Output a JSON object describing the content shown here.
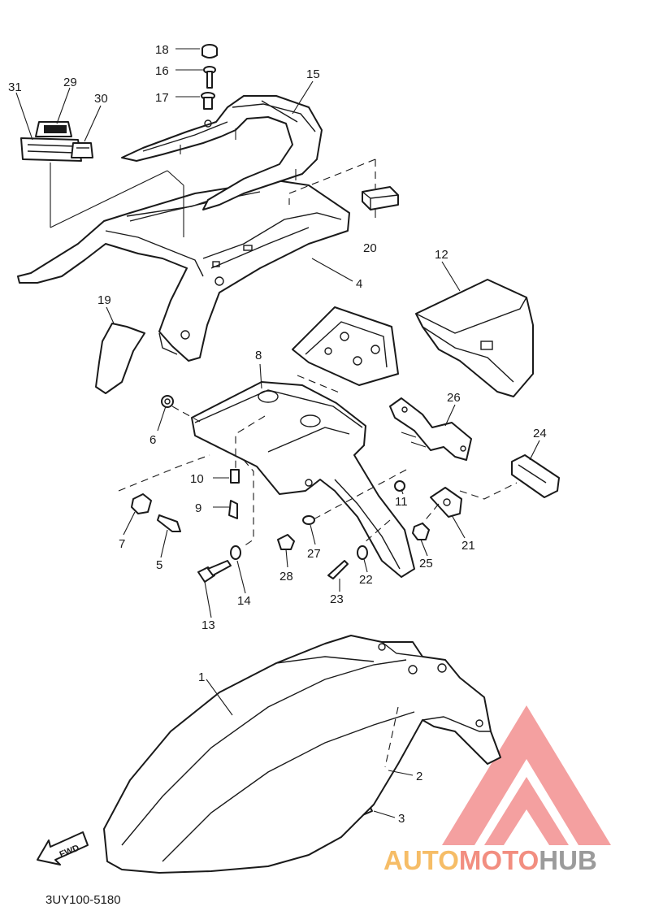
{
  "diagram": {
    "part_code": "3UY100-5180",
    "fwd_label": "FWD",
    "callouts": {
      "c1": "1",
      "c2": "2",
      "c3": "3",
      "c4": "4",
      "c5": "5",
      "c6": "6",
      "c7": "7",
      "c8": "8",
      "c9": "9",
      "c10": "10",
      "c11": "11",
      "c12": "12",
      "c13": "13",
      "c14": "14",
      "c15": "15",
      "c16": "16",
      "c17": "17",
      "c18": "18",
      "c19": "19",
      "c20": "20",
      "c21": "21",
      "c22": "22",
      "c23": "23",
      "c24": "24",
      "c25": "25",
      "c26": "26",
      "c27": "27",
      "c28": "28",
      "c29": "29",
      "c30": "30",
      "c31": "31"
    }
  },
  "watermark": {
    "part1": "AUTO",
    "part2": "MOTO",
    "part3": "HUB",
    "colors": {
      "triangle": "#f08080",
      "auto": "#f5b14c",
      "moto": "#f07a6a",
      "hub": "#8a8a8a"
    }
  }
}
